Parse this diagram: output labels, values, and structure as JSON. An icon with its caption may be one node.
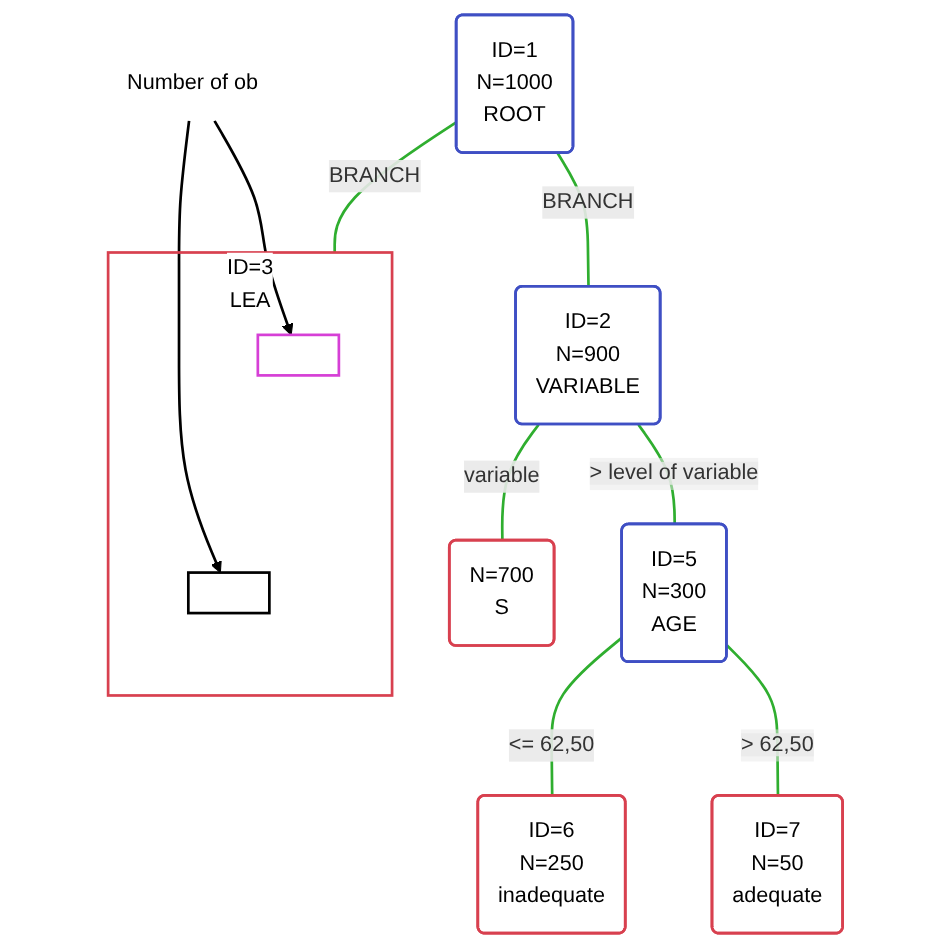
{
  "diagram": {
    "nodes": [
      {
        "text": [
          "ID=1",
          "N=1000",
          "ROOT"
        ]
      },
      {
        "text": [
          "ID=2",
          "N=900",
          "VARIABLE"
        ]
      },
      {
        "text": [
          "ID=3",
          "LEA"
        ]
      },
      {
        "text": [],
        "shape": "bar",
        "in": 2
      },
      {
        "text": [],
        "shape": "bar",
        "in": 2
      },
      {
        "text": [
          "N=700",
          "S"
        ]
      },
      {
        "text": [
          "ID=5",
          "N=300",
          "AGE"
        ]
      },
      {
        "text": [
          "Number of ob"
        ]
      },
      {
        "text": [
          "ID=6",
          "N=250",
          "inadequate"
        ]
      },
      {
        "text": [
          "ID=7",
          "N=50",
          "adequate"
        ]
      }
    ],
    "edges": [
      {
        "from": 0,
        "to": 1,
        "arrow": "none",
        "label": "BRANCH"
      },
      {
        "from": 0,
        "to": 2,
        "arrow": "none",
        "label": "BRANCH"
      },
      {
        "from": 1,
        "to": 5,
        "arrow": "none",
        "label": "variable"
      },
      {
        "from": 1,
        "to": 6,
        "arrow": "none",
        "label": "> level of variable"
      },
      {
        "from": 7,
        "to": 3,
        "arrow": "to",
        "color": "#000000"
      },
      {
        "from": 7,
        "to": 4,
        "arrow": "to",
        "color": "#000000"
      },
      {
        "from": 6,
        "to": 8,
        "arrow": "none",
        "label": "<= 62,50"
      },
      {
        "from": 6,
        "to": 9,
        "arrow": "none",
        "label": "> 62,50"
      }
    ]
  }
}
